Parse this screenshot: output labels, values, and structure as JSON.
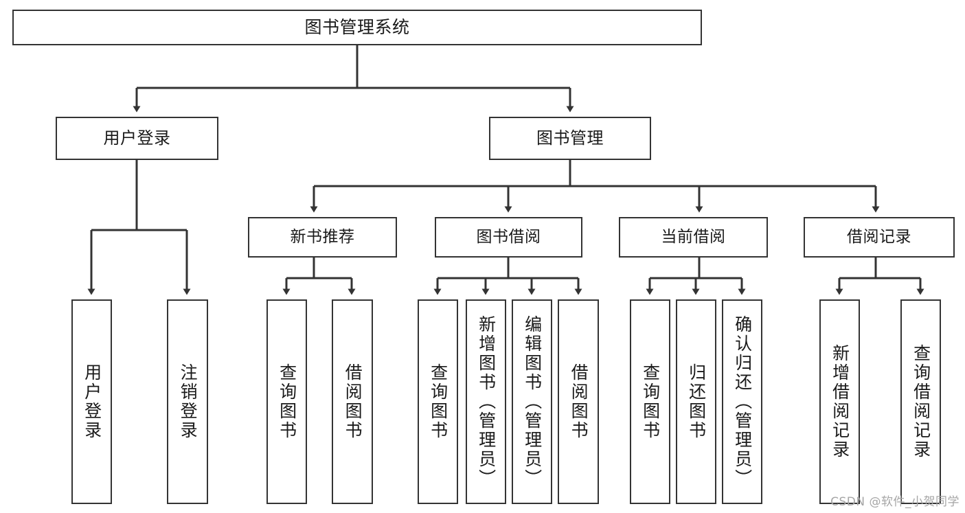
{
  "diagram": {
    "title": "图书管理系统",
    "type": "tree",
    "watermark": "CSDN @软件_小贺同学",
    "edge_color": "#333333",
    "node_border_color": "#333333",
    "node_fill_color": "#ffffff",
    "text_color": "#1a1a1a",
    "levels": {
      "root": [
        "图书管理系统"
      ],
      "level2": [
        "用户登录",
        "图书管理"
      ],
      "level3": [
        "新书推荐",
        "图书借阅",
        "当前借阅",
        "借阅记录"
      ],
      "leaves": [
        "用户登录",
        "注销登录",
        "查询图书",
        "借阅图书",
        "查询图书",
        "新增图书（管理员）",
        "编辑图书（管理员）",
        "借阅图书",
        "查询图书",
        "归还图书",
        "确认归还（管理员）",
        "新增借阅记录",
        "查询借阅记录"
      ]
    }
  },
  "nodes": {
    "root": {
      "label": "图书管理系统"
    },
    "user_login": {
      "label": "用户登录"
    },
    "book_manage": {
      "label": "图书管理"
    },
    "new_book_rec": {
      "label": "新书推荐"
    },
    "book_borrow": {
      "label": "图书借阅"
    },
    "current_borrow": {
      "label": "当前借阅"
    },
    "borrow_record": {
      "label": "借阅记录"
    },
    "leaf_user_login": {
      "label": "用户登录"
    },
    "leaf_logout": {
      "label": "注销登录"
    },
    "leaf_query_book_a": {
      "label": "查询图书"
    },
    "leaf_borrow_book_a": {
      "label": "借阅图书"
    },
    "leaf_query_book_b": {
      "label": "查询图书"
    },
    "leaf_add_book": {
      "label": "新增图书（管理员）"
    },
    "leaf_edit_book": {
      "label": "编辑图书（管理员）"
    },
    "leaf_borrow_book_b": {
      "label": "借阅图书"
    },
    "leaf_query_book_c": {
      "label": "查询图书"
    },
    "leaf_return_book": {
      "label": "归还图书"
    },
    "leaf_confirm_return": {
      "label": "确认归还（管理员）"
    },
    "leaf_add_record": {
      "label": "新增借阅记录"
    },
    "leaf_query_record": {
      "label": "查询借阅记录"
    }
  }
}
